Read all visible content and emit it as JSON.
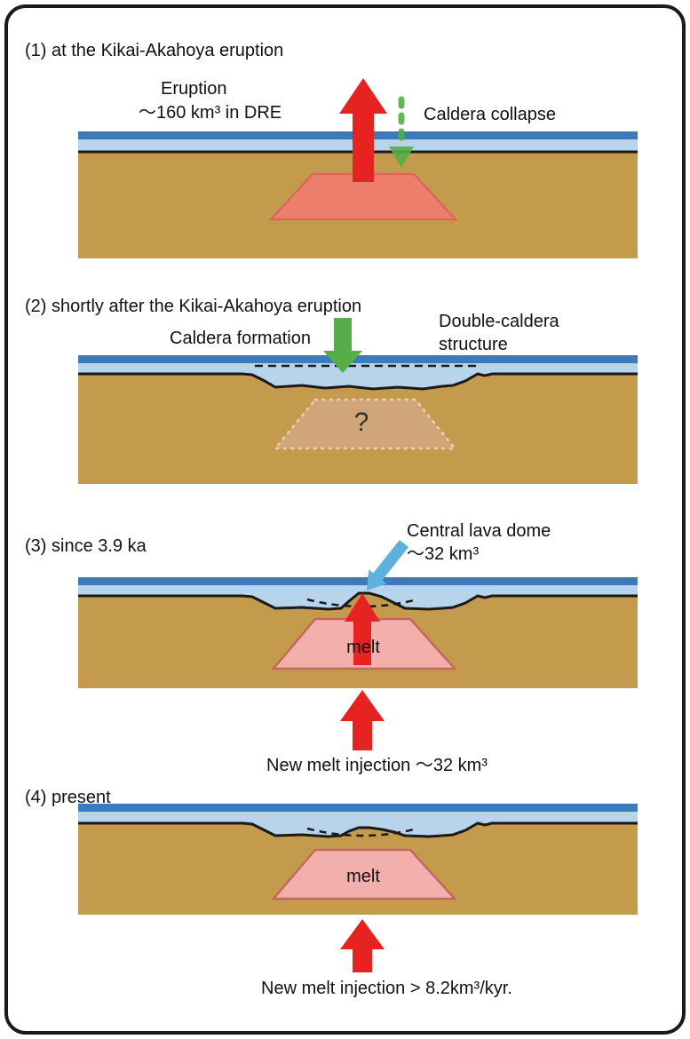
{
  "palette": {
    "earth": "#c49a4d",
    "sea_dark": "#3d7ab9",
    "sea_light": "#b8d4ea",
    "outline": "#1a1a1a",
    "arrow_red": "#e62320",
    "magma_hot": "#ee7e6c",
    "magma_hot_border": "#d96a5a",
    "magma_old": "#d0a577",
    "magma_old_border": "#e8cba6",
    "melt_pink": "#f3afab",
    "melt_pink_border": "#c4685c",
    "arrow_green": "#55ae47",
    "arrow_blue": "#5fb1dd"
  },
  "panel1": {
    "title": "(1) at the Kikai-Akahoya eruption",
    "eruption_label_line1": "Eruption",
    "eruption_label_line2": "～160 km³ in DRE",
    "caldera_collapse_label": "Caldera collapse"
  },
  "panel2": {
    "title": "(2) shortly after the Kikai-Akahoya eruption",
    "caldera_formation_label": "Caldera formation",
    "double_caldera_label": "Double-caldera\nstructure",
    "chamber_unknown": "?"
  },
  "panel3": {
    "title": "(3) since 3.9 ka",
    "lava_dome_label": "Central lava dome\n～32 km³",
    "melt_label": "melt",
    "injection_label": "New melt injection ～32 km³"
  },
  "panel4": {
    "title": "(4) present",
    "melt_label": "melt",
    "injection_label": "New melt injection > 8.2km³/kyr."
  }
}
